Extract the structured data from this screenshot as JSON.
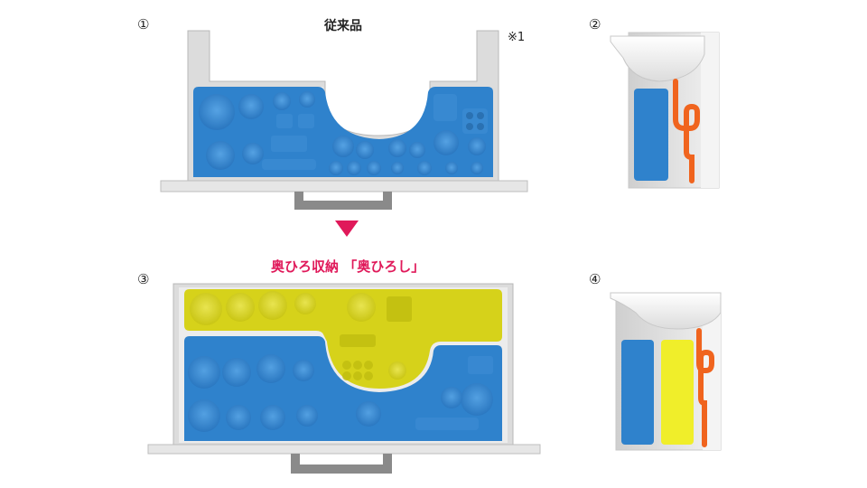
{
  "labels": {
    "num1": "①",
    "num2": "②",
    "num3": "③",
    "num4": "④",
    "conventional": "従来品",
    "note": "※1",
    "new_product": "奥ひろ収納 「奥ひろし」"
  },
  "colors": {
    "blue_storage": "#2f82cc",
    "yellow_storage": "#d6d21a",
    "pipe_orange": "#f0641e",
    "frame_gray": "#dcdcdc",
    "accent_pink": "#e0195a"
  }
}
